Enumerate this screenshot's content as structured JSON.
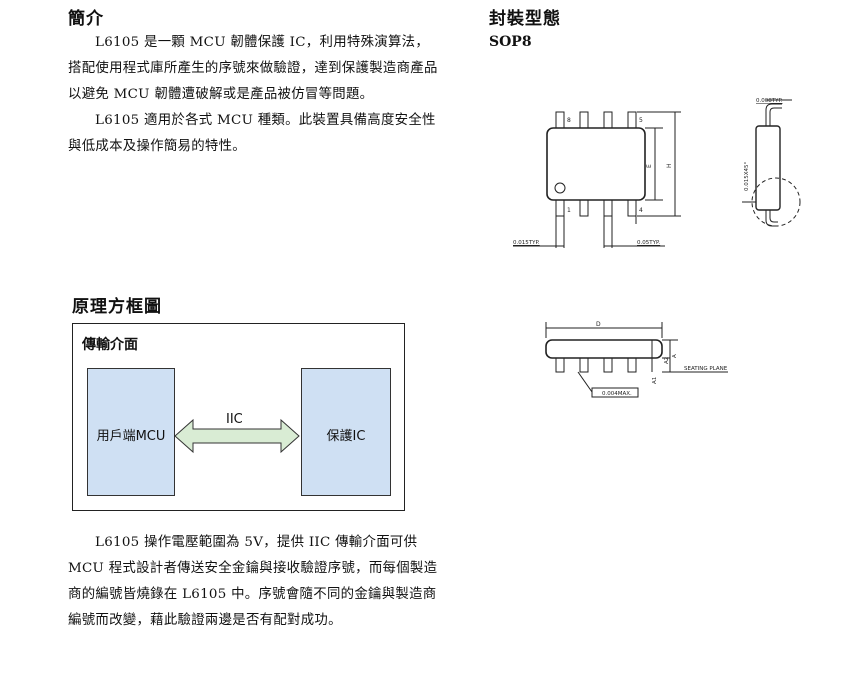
{
  "left": {
    "intro_heading": "簡介",
    "intro_paragraphs": [
      "L6105 是一顆 MCU 韌體保護 IC，利用特殊演算法，搭配使用程式庫所產生的序號來做驗證，達到保護製造商產品以避免 MCU 韌體遭破解或是產品被仿冒等問題。",
      "L6105 適用於各式 MCU 種類。此裝置具備高度安全性與低成本及操作簡易的特性。"
    ],
    "block_heading": "原理方框圖",
    "block_diagram": {
      "title": "傳輸介面",
      "left_box": "用戶端MCU",
      "arrow_label": "IIC",
      "right_box": "保護IC"
    },
    "desc_paragraph": "L6105 操作電壓範圍為 5V，提供 IIC 傳輸介面可供 MCU 程式設計者傳送安全金鑰與接收驗證序號，而每個製造商的編號皆燒錄在 L6105 中。序號會隨不同的金鑰與製造商編號而改變，藉此驗證兩邊是否有配對成功。"
  },
  "right": {
    "package_heading": "封裝型態",
    "package_name": "SOP8",
    "drawing": {
      "pin_top_left": "8",
      "pin_top_right": "5",
      "pin_bottom_left": "1",
      "pin_bottom_right": "4",
      "dim_e": "E",
      "dim_h": "H",
      "dim_lead_pitch": "0.015TYP.",
      "dim_lead_width": "0.05TYP.",
      "dim_side_top": "0.008TYP.",
      "dim_side_angle": "0.015X45°",
      "dim_d": "D",
      "dim_a": "A",
      "dim_a1": "A1",
      "dim_a2": "A2",
      "seating_plane": "SEATING PLANE",
      "coplanarity": "0.004MAX."
    }
  }
}
